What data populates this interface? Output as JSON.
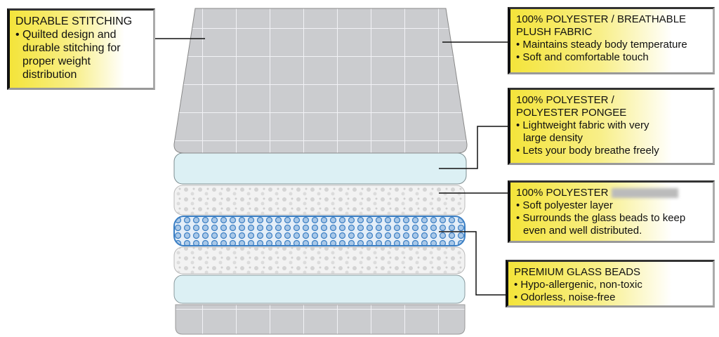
{
  "callouts": [
    {
      "title": "DURABLE STITCHING",
      "bullets": [
        "Quilted design and durable stitching for proper weight distribution"
      ]
    },
    {
      "title": "100% POLYESTER / BREATHABLE PLUSH FABRIC",
      "bullets": [
        "Maintains steady body temperature",
        "Soft and comfortable touch"
      ]
    },
    {
      "title": "100% POLYESTER / POLYESTER PONGEE",
      "bullets": [
        "Lightweight fabric with very large density",
        "Lets your body breathe freely"
      ]
    },
    {
      "title": "100% POLYESTER",
      "bullets": [
        "Soft polyester layer",
        "Surrounds the glass beads to keep even and well distributed."
      ]
    },
    {
      "title": "PREMIUM GLASS BEADS",
      "bullets": [
        "Hypo-allergenic, non-toxic",
        "Odorless, noise-free"
      ]
    }
  ],
  "colors": {
    "quilt": "#c9cacc",
    "pongee": "#dcf0f4",
    "fill": "#e8e8e8",
    "beads": "#3b7fc4"
  }
}
